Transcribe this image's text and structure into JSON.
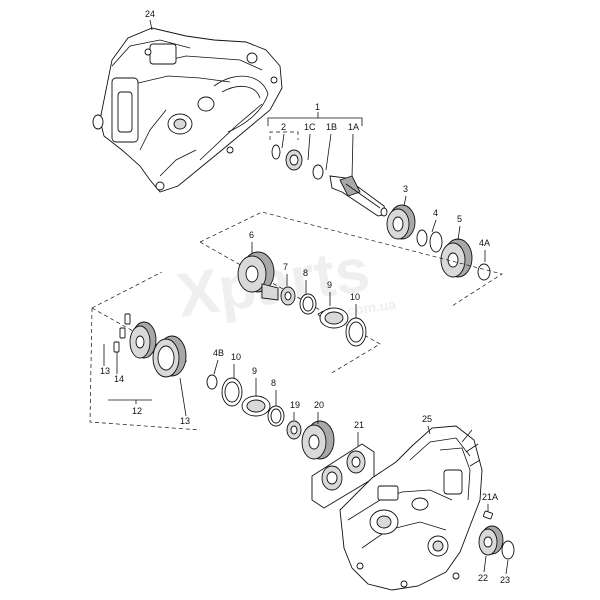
{
  "watermark": {
    "brand": "Xparts",
    "domain": ".com.ua"
  },
  "labels": {
    "l24": "24",
    "l1": "1",
    "l2": "2",
    "l1C": "1C",
    "l1B": "1B",
    "l1A": "1A",
    "l3": "3",
    "l4": "4",
    "l5": "5",
    "l4A": "4A",
    "l6": "6",
    "l7": "7",
    "l8a": "8",
    "l9a": "9",
    "l10a": "10",
    "l13a": "13",
    "l14": "14",
    "l12": "12",
    "l13b": "13",
    "l4B": "4B",
    "l10b": "10",
    "l9b": "9",
    "l8b": "8",
    "l19": "19",
    "l20": "20",
    "l21": "21",
    "l25": "25",
    "l21A": "21A",
    "l22": "22",
    "l23": "23"
  }
}
